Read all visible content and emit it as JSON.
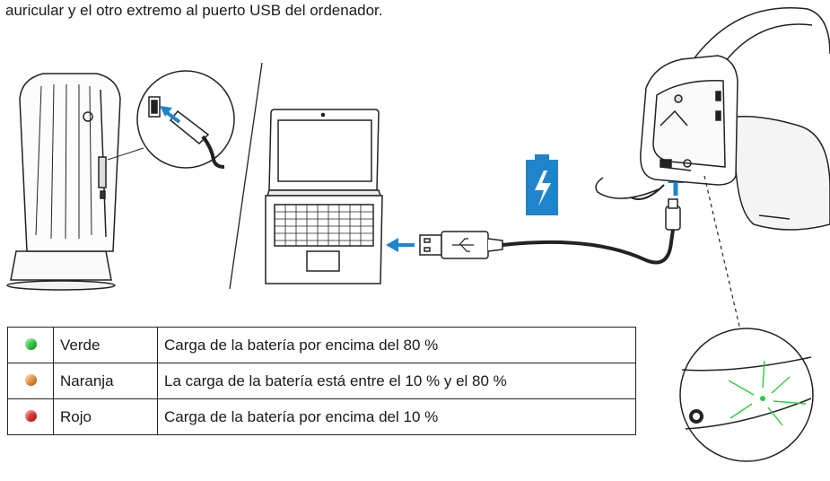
{
  "intro_text": "auricular y el otro extremo al puerto USB del ordenador.",
  "colors": {
    "blue": "#1f84cc",
    "green": "#2ecc40",
    "orange": "#f0913a",
    "red": "#e03030"
  },
  "legend": [
    {
      "color_name": "green",
      "color": "#2ecc40",
      "label": "Verde",
      "desc": "Carga de la batería por encima del 80 %"
    },
    {
      "color_name": "orange",
      "color": "#f0913a",
      "label": "Naranja",
      "desc": "La carga de la batería está entre el 10 % y el 80 %"
    },
    {
      "color_name": "red",
      "color": "#e03030",
      "label": "Rojo",
      "desc": "Carga de la batería por encima del 10 %"
    }
  ],
  "icons": [
    "desktop-tower",
    "usb-connector",
    "laptop",
    "arrow",
    "battery-charging",
    "headset",
    "magnifier-callout"
  ]
}
